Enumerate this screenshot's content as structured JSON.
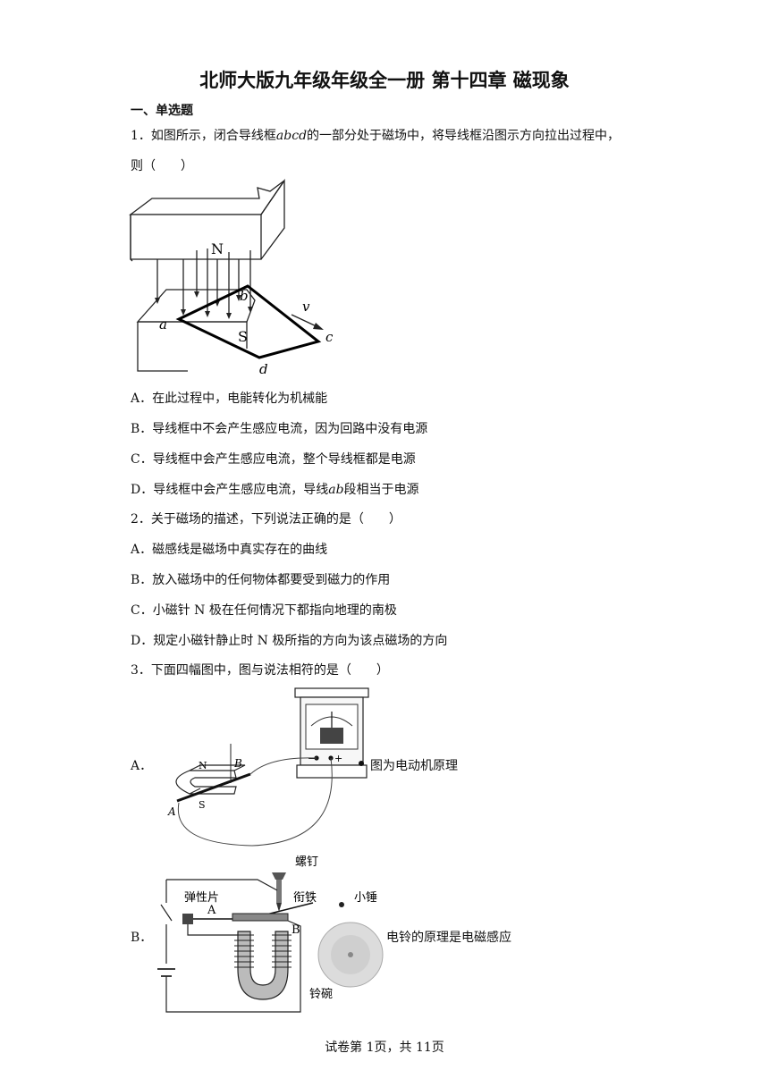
{
  "title": "北师大版九年级年级全一册 第十四章 磁现象",
  "section": "一、单选题",
  "q1": {
    "stem_a": "1．如图所示，闭合导线框",
    "stem_var": "abcd",
    "stem_b": "的一部分处于磁场中，将导线框沿图示方向拉出过程中，",
    "stem_c": "则（　　）",
    "fig_labels": {
      "n": "N",
      "s": "S",
      "a": "a",
      "b": "b",
      "c": "c",
      "d": "d",
      "v": "v"
    },
    "options": {
      "A": "A．在此过程中，电能转化为机械能",
      "B": "B．导线框中不会产生感应电流，因为回路中没有电源",
      "C": "C．导线框中会产生感应电流，整个导线框都是电源",
      "D_a": "D．导线框中会产生感应电流，导线",
      "D_var": "ab",
      "D_b": "段相当于电源"
    }
  },
  "q2": {
    "stem": "2．关于磁场的描述，下列说法正确的是（　　）",
    "options": {
      "A": "A．磁感线是磁场中真实存在的曲线",
      "B": "B．放入磁场中的任何物体都要受到磁力的作用",
      "C": "C．小磁针 N 极在任何情况下都指向地理的南极",
      "D": "D．规定小磁针静止时 N 极所指的方向为该点磁场的方向"
    }
  },
  "q3": {
    "stem": "3．下面四幅图中，图与说法相符的是（　　）",
    "A": {
      "label": "A．",
      "caption": "图为电动机原理",
      "fig_labels": {
        "n": "N",
        "s": "S",
        "a": "A",
        "b": "B",
        "minus": "−",
        "plus": "+"
      }
    },
    "B": {
      "label": "B．",
      "caption": "电铃的原理是电磁感应",
      "fig_labels": {
        "screw": "螺钉",
        "spring": "弹性片",
        "armature": "衔铁",
        "hammer": "小锤",
        "a": "A",
        "b": "B",
        "bowl": "铃碗"
      }
    }
  },
  "footer": "试卷第 1页，共 11页"
}
